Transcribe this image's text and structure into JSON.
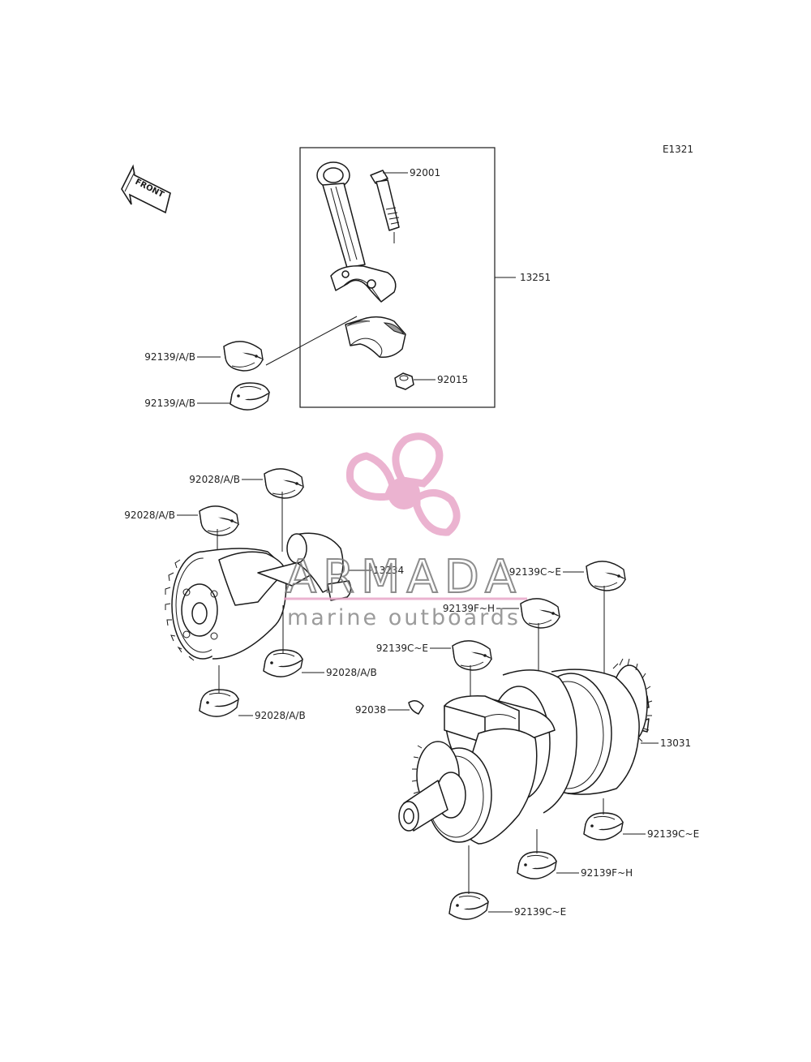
{
  "diagram_code": "E1321",
  "front_label": "FRONT",
  "labels": {
    "bolt": "92001",
    "conrod_assy": "13251",
    "conrod_bearing_upper": "92139/A/B",
    "conrod_bearing_lower": "92139/A/B",
    "nut": "92015",
    "balancer_bearing_1": "92028/A/B",
    "balancer_bearing_2": "92028/A/B",
    "balancer_bearing_3": "92028/A/B",
    "balancer_bearing_4": "92028/A/B",
    "balancer_shaft": "13234",
    "main_bearing_1": "92139C~E",
    "main_bearing_2": "92139F~H",
    "main_bearing_3": "92139C~E",
    "key": "92038",
    "crankshaft": "13031",
    "main_bearing_4": "92139C~E",
    "main_bearing_5": "92139F~H",
    "main_bearing_6": "92139C~E"
  },
  "watermark": {
    "brand": "ARMADA",
    "tagline": "marine outboards",
    "color": "#e8a6c8"
  }
}
